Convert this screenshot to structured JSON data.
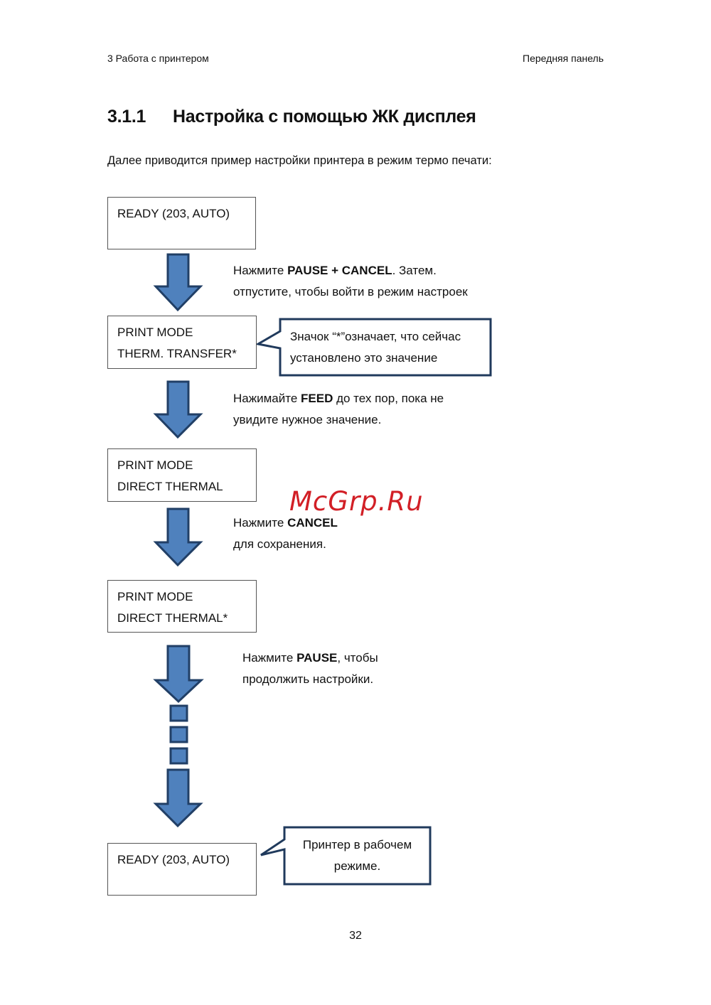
{
  "header": {
    "left": "3 Работа с принтером",
    "right": "Передняя панель"
  },
  "section": {
    "number": "3.1.1",
    "title": "Настройка с помощью ЖК дисплея"
  },
  "intro": "Далее приводится пример настройки принтера в режим термо печати:",
  "colors": {
    "arrow_fill": "#4f81bd",
    "arrow_stroke": "#213f66",
    "callout_stroke": "#203a5c",
    "watermark": "#d21f26"
  },
  "flow": {
    "screens": [
      {
        "line1": "READY (203, AUTO)",
        "line2": ""
      },
      {
        "line1": "PRINT MODE",
        "line2": "THERM. TRANSFER*"
      },
      {
        "line1": "PRINT MODE",
        "line2": "DIRECT THERMAL"
      },
      {
        "line1": "PRINT MODE",
        "line2": "DIRECT THERMAL*"
      },
      {
        "line1": "READY (203, AUTO)",
        "line2": ""
      }
    ],
    "steps": [
      {
        "l1_pre": "Нажмите ",
        "l1_bold": "PAUSE + CANCEL",
        "l1_post": ". Затем.",
        "l2": "отпустите, чтобы войти в режим настроек"
      },
      {
        "l1_pre": "Нажимайте ",
        "l1_bold": "FEED",
        "l1_post": " до тех пор, пока не",
        "l2": "увидите нужное значение."
      },
      {
        "l1_pre": "Нажмите ",
        "l1_bold": "CANCEL",
        "l1_post": "",
        "l2": "для сохранения."
      },
      {
        "l1_pre": "Нажмите ",
        "l1_bold": "PAUSE",
        "l1_post": ", чтобы",
        "l2": "продолжить настройки."
      }
    ],
    "callouts": [
      {
        "line1": "Значок “*”означает, что сейчас",
        "line2": "установлено это значение"
      },
      {
        "line1": "Принтер в рабочем",
        "line2": "режиме."
      }
    ]
  },
  "watermark": "McGrp.Ru",
  "page_number": "32"
}
